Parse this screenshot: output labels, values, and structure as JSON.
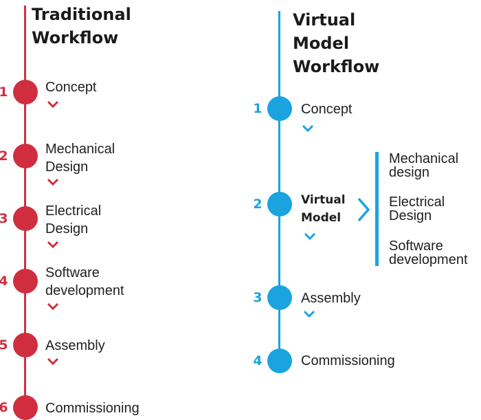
{
  "traditional": {
    "title_lines": [
      "Traditional",
      "Workflow"
    ],
    "color": "#d02e3f",
    "steps": [
      {
        "number": "1",
        "label_lines": [
          "Concept"
        ]
      },
      {
        "number": "2",
        "label_lines": [
          "Mechanical",
          "Design"
        ]
      },
      {
        "number": "3",
        "label_lines": [
          "Electrical",
          "Design"
        ]
      },
      {
        "number": "4",
        "label_lines": [
          "Software",
          "development"
        ]
      },
      {
        "number": "5",
        "label_lines": [
          "Assembly"
        ]
      },
      {
        "number": "6",
        "label_lines": [
          "Commissioning"
        ]
      }
    ]
  },
  "virtual": {
    "title_lines": [
      "Virtual",
      "Model",
      "Workflow"
    ],
    "color": "#1aa3df",
    "steps": [
      {
        "number": "1",
        "label_lines": [
          "Concept"
        ]
      },
      {
        "number": "2",
        "label_lines": [
          "Virtual",
          "Model"
        ]
      },
      {
        "number": "3",
        "label_lines": [
          "Assembly"
        ]
      },
      {
        "number": "4",
        "label_lines": [
          "Commissioning"
        ]
      }
    ],
    "virtual_model_components": [
      [
        "Mechanical",
        "design"
      ],
      [
        "Electrical",
        "Design"
      ],
      [
        "Software",
        "development"
      ]
    ]
  }
}
